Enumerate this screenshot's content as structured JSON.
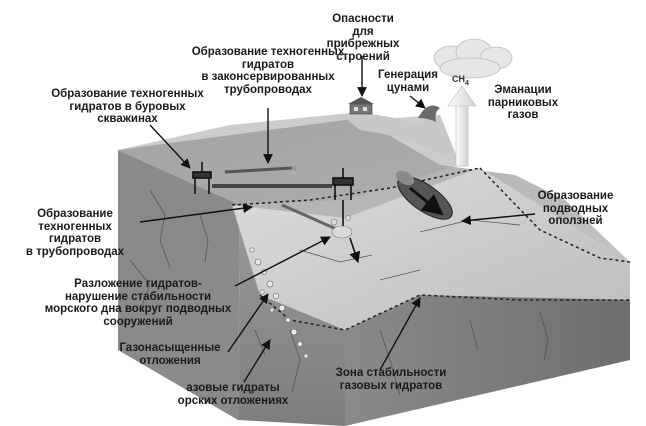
{
  "labels": {
    "coastal_hazard": "Опасности\nдля прибрежных\nстроений",
    "abandoned_pipelines": "Образование техногенных\nгидратов\nв законсервированных\nтрубопроводах",
    "drilling_wells": "Образование техногенных\nгидратов в буровых\nскважинах",
    "tsunami": "Генерация\nцунами",
    "greenhouse": "Эманации\nпарниковых\nгазов",
    "gas_formula": "CH4",
    "pipelines": "Образование техногенных\nгидратов\nв трубопроводах",
    "landslides": "Образование\nподводных\nоползней",
    "dissociation": "Разложение гидратов-\nнарушение стабильности\nморского дна вокруг подводных\nсооружений",
    "gas_saturated": "Газонасыщенные\nотложения",
    "hydrate_stability_zone": "Зона стабильности\nгазовых гидратов",
    "marine_hydrates": "азовые гидраты\nорских отложениях"
  },
  "colors": {
    "sea_surface": "#9a9a9a",
    "seabed_top": "#b8b8b8",
    "block_front": "#8c8c8c",
    "block_side": "#777777",
    "slope": "#d0d0d0",
    "cloud": "#e4e4e4",
    "arrow_up": "#e8e8e8"
  }
}
